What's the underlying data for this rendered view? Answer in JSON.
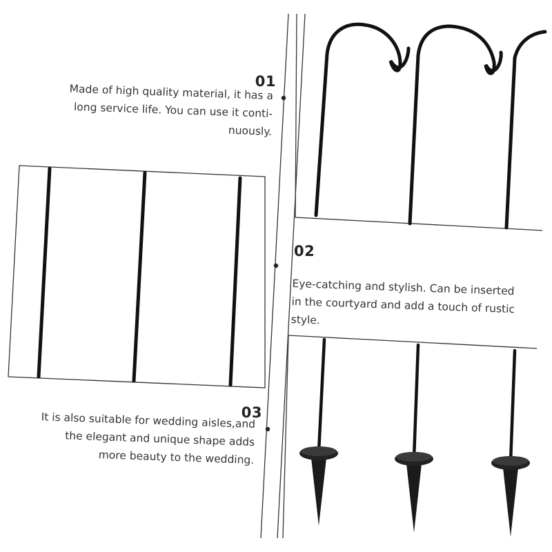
{
  "features": [
    {
      "number": "01",
      "lines": [
        "Made of high quality material, it has a",
        "long service life. You can use it conti-",
        "nuously."
      ]
    },
    {
      "number": "02",
      "lines": [
        "Eye-catching and stylish. Can be inserted",
        "in the courtyard and add a touch of rustic",
        "style."
      ]
    },
    {
      "number": "03",
      "lines": [
        "It is also suitable for wedding aisles,and",
        "the elegant and unique shape adds",
        "more beauty to the wedding."
      ]
    }
  ]
}
